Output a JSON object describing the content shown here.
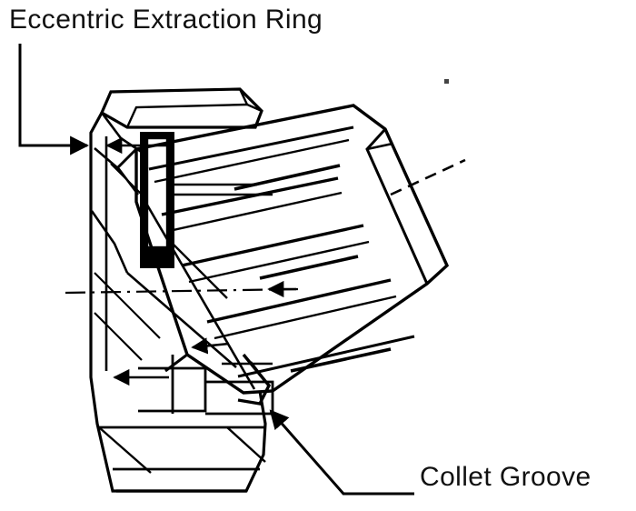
{
  "document": {
    "type": "technical-line-drawing",
    "subject": "Collet chuck cross-section",
    "background_color": "#ffffff",
    "line_color": "#000000",
    "text_color": "#111111"
  },
  "annotations": [
    {
      "id": "eccentric-extraction-ring",
      "label": "Eccentric Extraction Ring",
      "leader": "vertical-then-horizontal-right-arrow",
      "points_to": "ring groove at upper left of chuck body"
    },
    {
      "id": "collet-groove",
      "label": "Collet Groove",
      "leader": "horizontal-then-diagonal-up-left-arrow",
      "points_to": "groove at lower right of collet"
    }
  ],
  "labels": {
    "ring": "Eccentric Extraction Ring",
    "groove": "Collet Groove"
  },
  "icons": {
    "arrowhead": "arrow-head",
    "center_axis": "dash-dot-center-line"
  }
}
